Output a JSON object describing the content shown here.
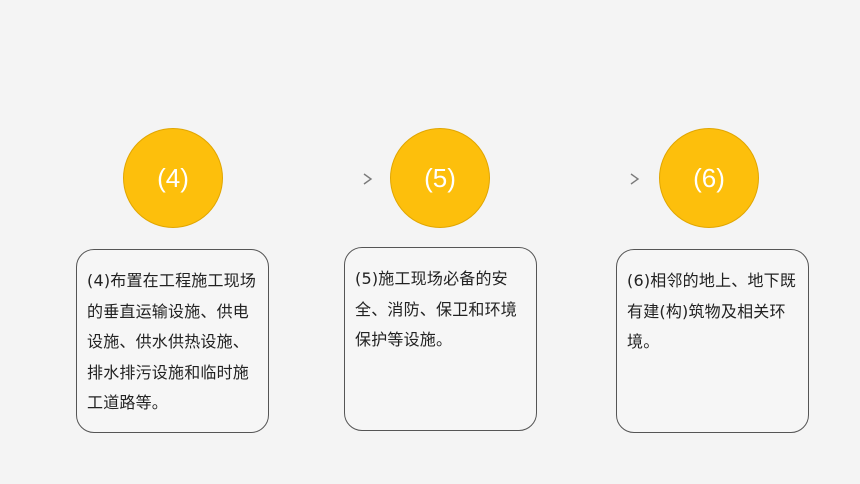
{
  "steps": [
    {
      "label": "(4)",
      "text": "(4)布置在工程施工现场的垂直运输设施、供电设施、供水供热设施、排水排污设施和临时施工道路等。"
    },
    {
      "label": "(5)",
      "text": "(5)施工现场必备的安全、消防、保卫和环境保护等设施。"
    },
    {
      "label": "(6)",
      "text": "(6)相邻的地上、地下既有建(构)筑物及相关环境。"
    }
  ],
  "colors": {
    "circle_fill": "#fdbf0c",
    "arrow": "#b7b7b7",
    "background": "#f4f4f4"
  }
}
